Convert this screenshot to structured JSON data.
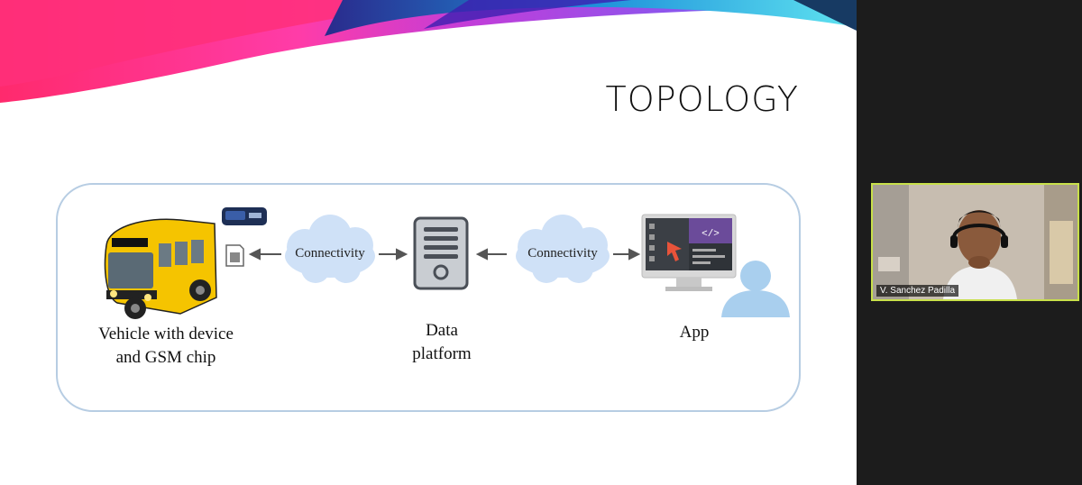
{
  "slide": {
    "title": "TOPOLOGY",
    "nodes": {
      "vehicle_line1": "Vehicle with device",
      "vehicle_line2": "and GSM chip",
      "platform_line1": "Data",
      "platform_line2": "platform",
      "app": "App"
    },
    "clouds": {
      "left": "Connectivity",
      "right": "Connectivity"
    }
  },
  "participant": {
    "name": "V. Sanchez Padilla"
  },
  "colors": {
    "frame_border": "#b7cde3",
    "cloud_fill": "#cfe1f7",
    "speaker_border": "#c8e04a",
    "person_icon": "#a9cfee"
  }
}
